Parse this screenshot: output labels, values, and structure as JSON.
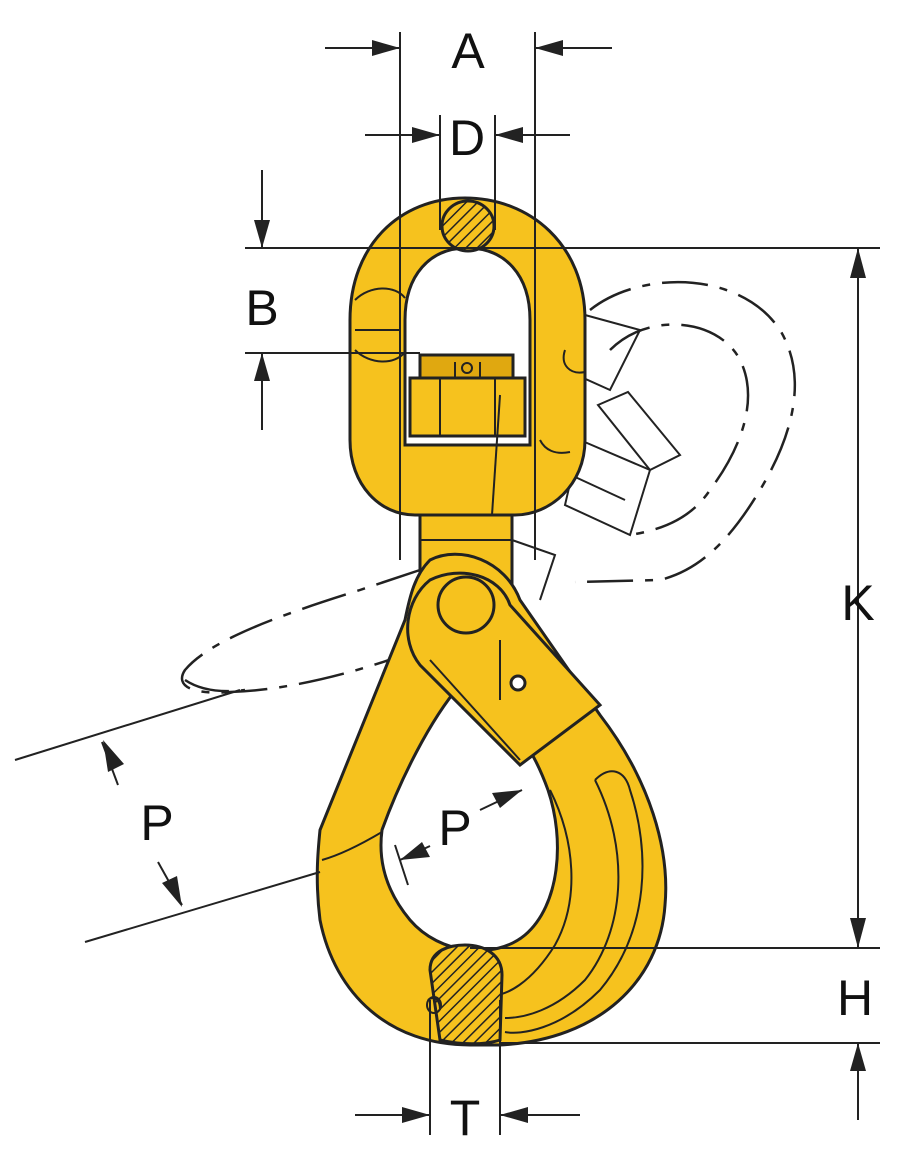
{
  "colors": {
    "body": "#F6C21E",
    "body_shadow": "#E0A810",
    "line": "#222222",
    "background": "#FFFFFF"
  },
  "labels": {
    "a": "A",
    "d": "D",
    "b": "B",
    "k": "K",
    "p_outer": "P",
    "p_inner": "P",
    "h": "H",
    "t": "T"
  }
}
